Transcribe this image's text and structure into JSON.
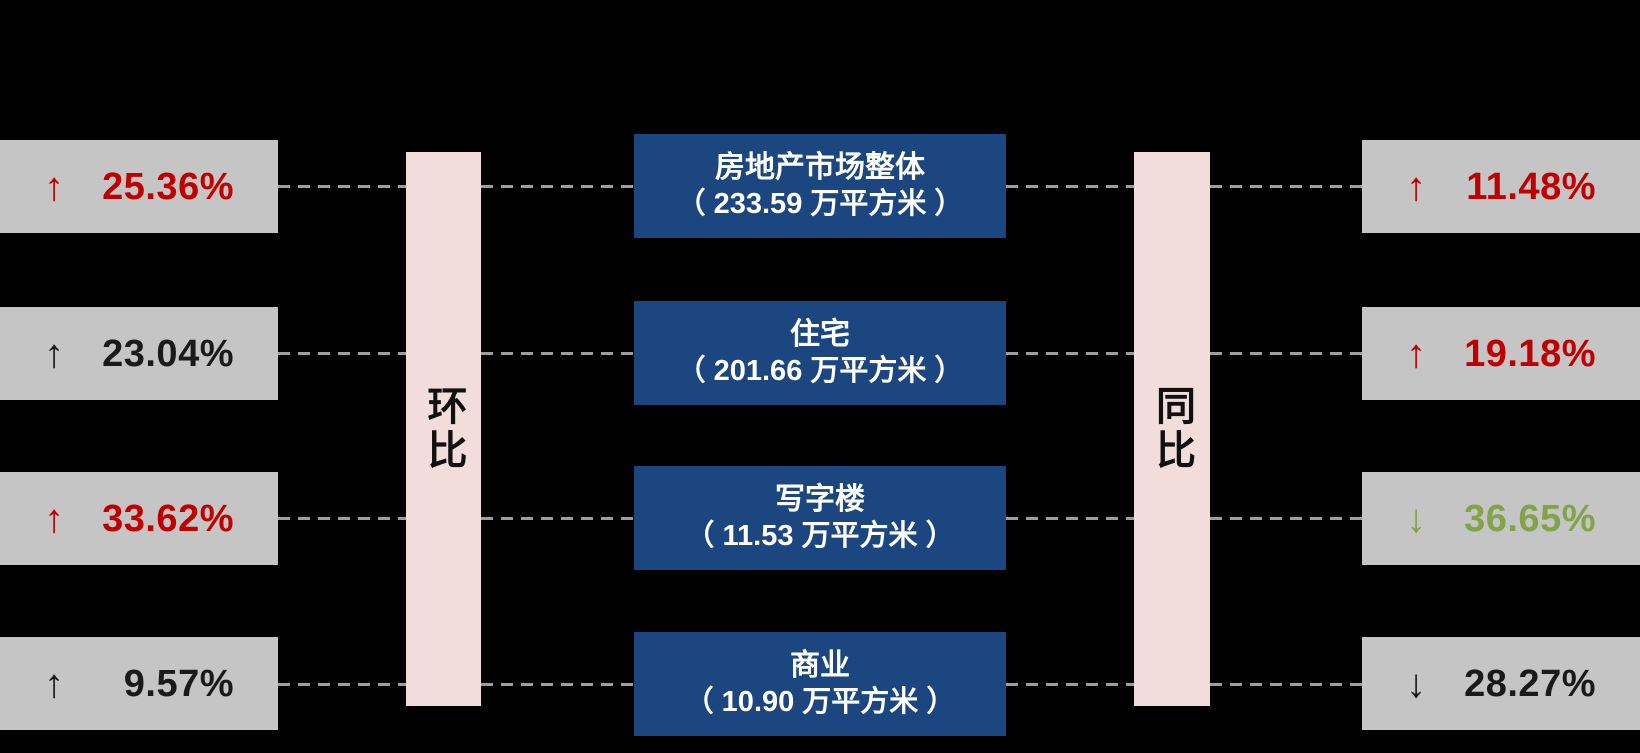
{
  "colors": {
    "background": "#000000",
    "gray_box": "#C5C5C5",
    "blue_box": "#1B4680",
    "pink_bar": "#F2DDDB",
    "red": "#C00000",
    "black": "#1A1A1A",
    "green": "#82A348",
    "dash": "#9E9E9E",
    "white": "#FFFFFF"
  },
  "left_bar": {
    "label": "环比"
  },
  "right_bar": {
    "label": "同比"
  },
  "rows": [
    {
      "category": "房地产市场整体",
      "area_label": "（ 233.59 万平方米 ）",
      "mom": {
        "arrow": "↑",
        "value": "25.36%",
        "color": "#C00000"
      },
      "yoy": {
        "arrow": "↑",
        "value": "11.48%",
        "color": "#C00000"
      }
    },
    {
      "category": "住宅",
      "area_label": "（ 201.66 万平方米 ）",
      "mom": {
        "arrow": "↑",
        "value": "23.04%",
        "color": "#1A1A1A"
      },
      "yoy": {
        "arrow": "↑",
        "value": "19.18%",
        "color": "#C00000"
      }
    },
    {
      "category": "写字楼",
      "area_label": "（ 11.53 万平方米 ）",
      "mom": {
        "arrow": "↑",
        "value": "33.62%",
        "color": "#C00000"
      },
      "yoy": {
        "arrow": "↓",
        "value": "36.65%",
        "color": "#82A348"
      }
    },
    {
      "category": "商业",
      "area_label": "（ 10.90 万平方米 ）",
      "mom": {
        "arrow": "↑",
        "value": "9.57%",
        "color": "#1A1A1A"
      },
      "yoy": {
        "arrow": "↓",
        "value": "28.27%",
        "color": "#1A1A1A"
      }
    }
  ]
}
